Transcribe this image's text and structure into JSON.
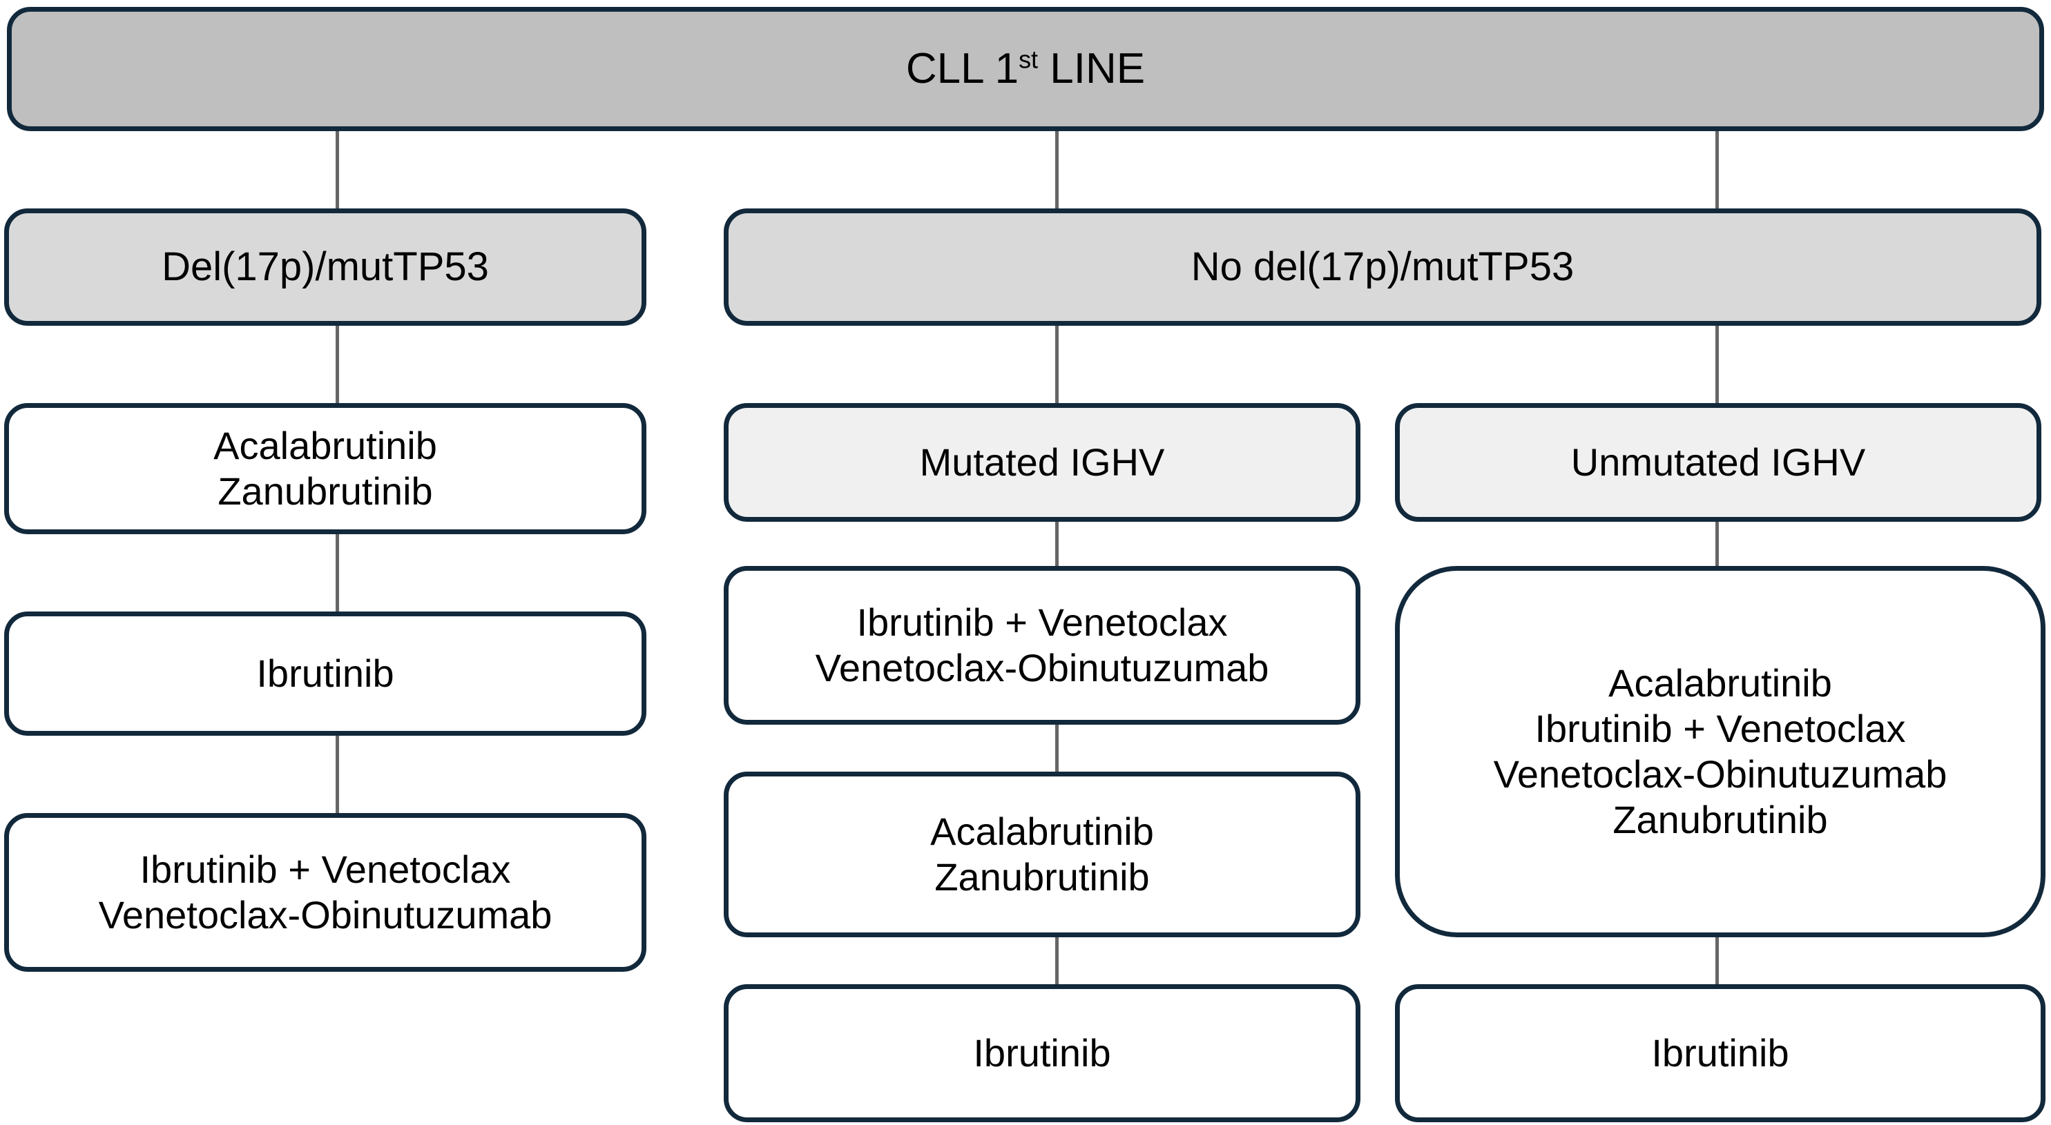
{
  "diagram": {
    "title_prefix": "CLL 1",
    "title_sup": "st",
    "title_suffix": " LINE",
    "colors": {
      "border": "#12293c",
      "connector": "#666666",
      "root_fill": "#bfbfbf",
      "level1_fill": "#d9d9d9",
      "level2_fill": "#f0f0f0",
      "plain_fill": "#ffffff",
      "text": "#000000",
      "page_background": "#ffffff"
    },
    "nodes": {
      "root": "CLL 1st LINE",
      "branch_tp53_mutated": "Del(17p)/mutTP53",
      "branch_tp53_wildtype": "No del(17p)/mutTP53",
      "branch_ighv_mutated": "Mutated IGHV",
      "branch_ighv_unmutated": "Unmutated IGHV",
      "tp53_option_1": "Acalabrutinib\nZanubrutinib",
      "tp53_option_2": "Ibrutinib",
      "tp53_option_3": "Ibrutinib + Venetoclax\nVenetoclax-Obinutuzumab",
      "ighv_mut_option_1": "Ibrutinib + Venetoclax\nVenetoclax-Obinutuzumab",
      "ighv_mut_option_2": "Acalabrutinib\nZanubrutinib",
      "ighv_mut_option_3": "Ibrutinib",
      "ighv_unmut_option_1": "Acalabrutinib\nIbrutinib + Venetoclax\nVenetoclax-Obinutuzumab\nZanubrutinib",
      "ighv_unmut_option_2": "Ibrutinib"
    }
  }
}
